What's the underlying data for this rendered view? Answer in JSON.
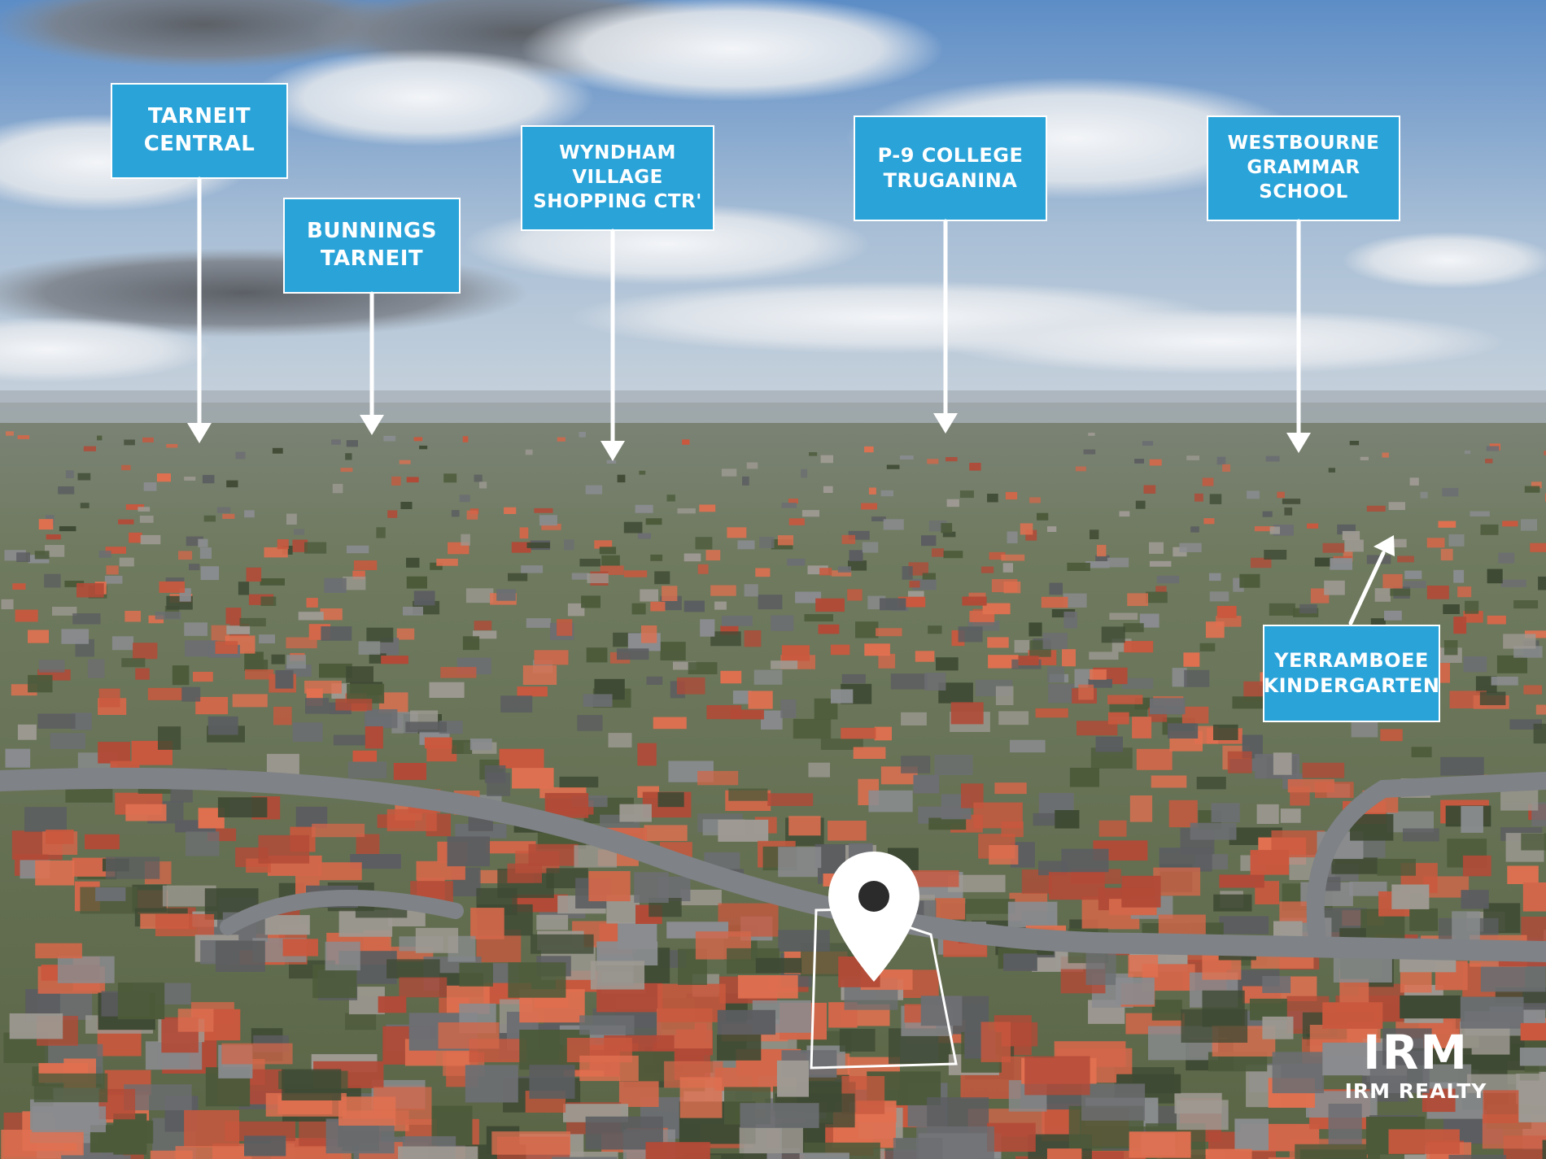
{
  "image": {
    "description_free": true,
    "colors": {
      "label_bg": "#2aa3d9",
      "label_text": "#ffffff",
      "arrow": "#ffffff",
      "sky_top": "#5f8fc4",
      "ground": "#6d7a5a"
    }
  },
  "labels": [
    {
      "id": "tarneit-central",
      "lines": [
        "TARNEIT",
        "CENTRAL"
      ]
    },
    {
      "id": "bunnings-tarneit",
      "lines": [
        "BUNNINGS",
        "TARNEIT"
      ]
    },
    {
      "id": "wyndham-village",
      "lines": [
        "WYNDHAM",
        "VILLAGE",
        "SHOPPING CTR'"
      ]
    },
    {
      "id": "p9-college",
      "lines": [
        "P-9 COLLEGE",
        "TRUGANINA"
      ]
    },
    {
      "id": "westbourne-grammar",
      "lines": [
        "WESTBOURNE",
        "GRAMMAR",
        "SCHOOL"
      ]
    },
    {
      "id": "yerramboee-kindergarten",
      "lines": [
        "YERRAMBOEE",
        "KINDERGARTEN"
      ]
    }
  ],
  "location_pin": {
    "icon": "location-pin-icon",
    "color": "#ffffff"
  },
  "brand": {
    "mark": "IRM",
    "name": "IRM REALTY"
  }
}
